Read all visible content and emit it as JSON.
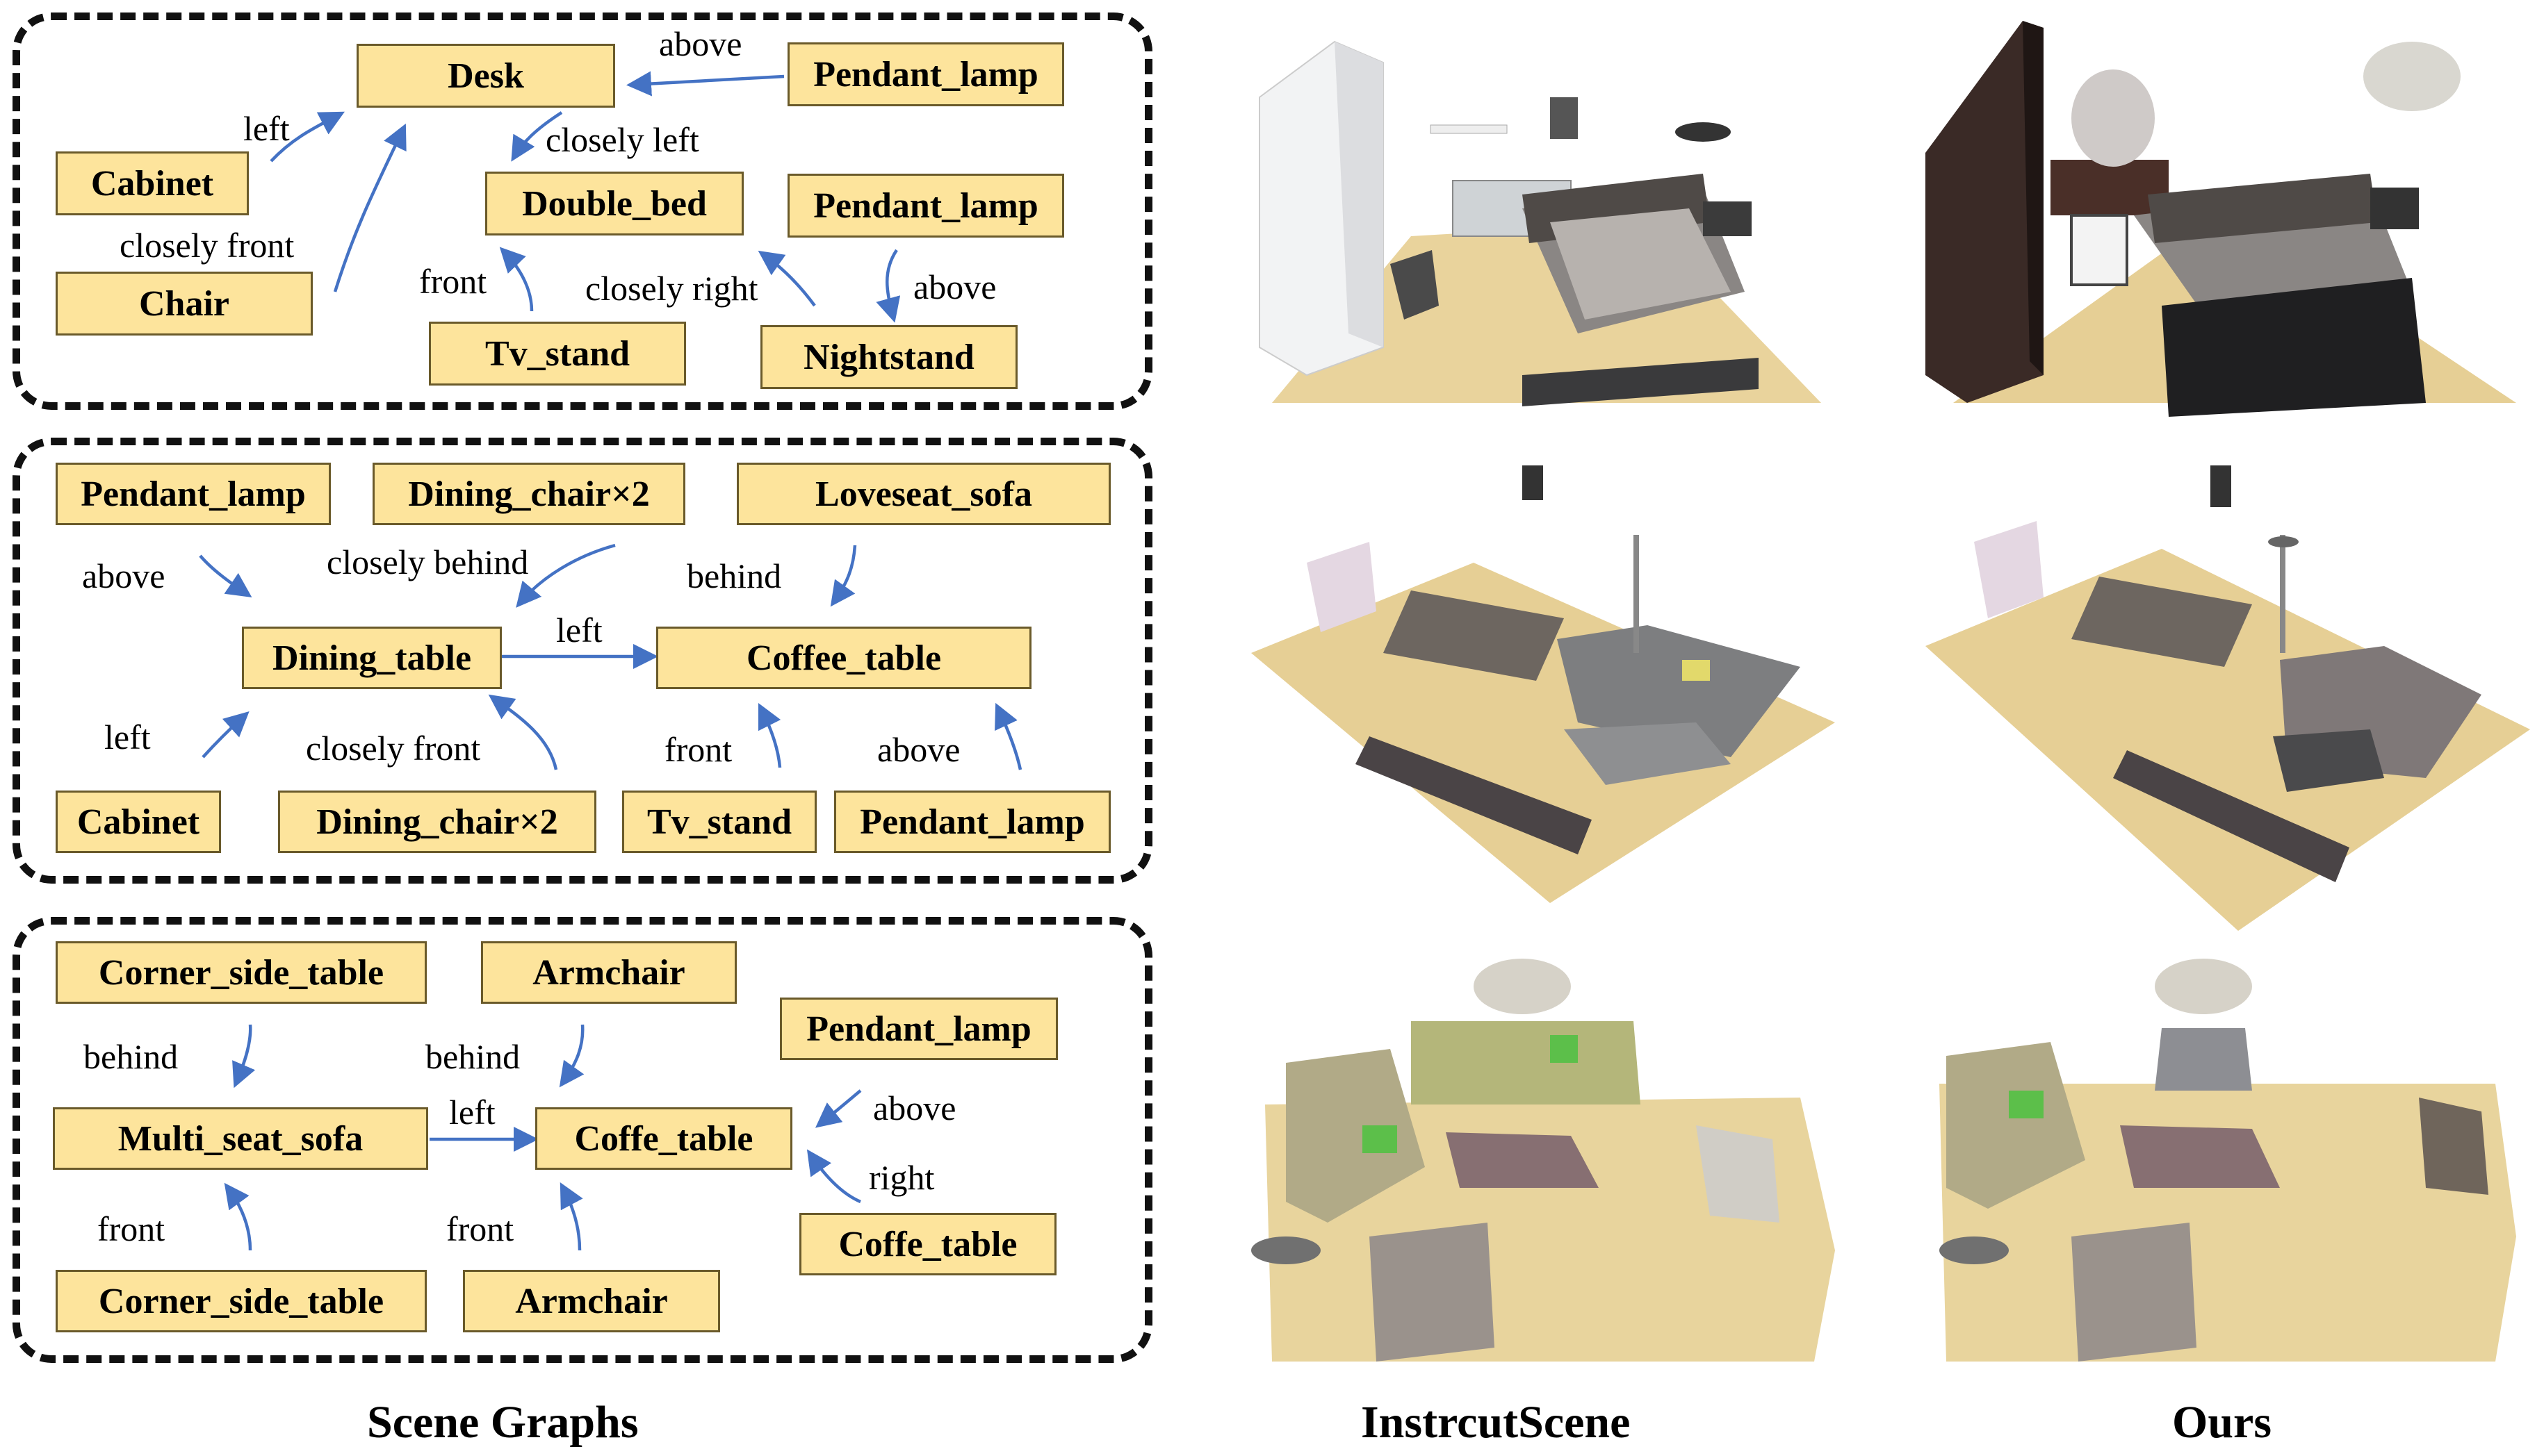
{
  "graph1": {
    "nodes": [
      "Desk",
      "Pendant_lamp",
      "Cabinet",
      "Double_bed",
      "Pendant_lamp",
      "Chair",
      "Tv_stand",
      "Nightstand"
    ],
    "relations": [
      "above",
      "left",
      "closely left",
      "closely front",
      "front",
      "closely right",
      "above"
    ]
  },
  "graph2": {
    "nodes": [
      "Pendant_lamp",
      "Dining_chair×2",
      "Loveseat_sofa",
      "Dining_table",
      "Coffee_table",
      "Cabinet",
      "Dining_chair×2",
      "Tv_stand",
      "Pendant_lamp"
    ],
    "relations": [
      "above",
      "closely behind",
      "behind",
      "left",
      "left",
      "closely front",
      "front",
      "above"
    ]
  },
  "graph3": {
    "nodes": [
      "Corner_side_table",
      "Armchair",
      "Pendant_lamp",
      "Multi_seat_sofa",
      "Coffe_table",
      "Coffe_table",
      "Corner_side_table",
      "Armchair"
    ],
    "relations": [
      "behind",
      "behind",
      "left",
      "above",
      "right",
      "front",
      "front"
    ]
  },
  "captions": [
    "Scene Graphs",
    "InstrcutScene",
    "Ours"
  ],
  "colors": {
    "node_fill": "#fde49c",
    "arrow": "#4472c4",
    "floor": "#e6cf95"
  }
}
